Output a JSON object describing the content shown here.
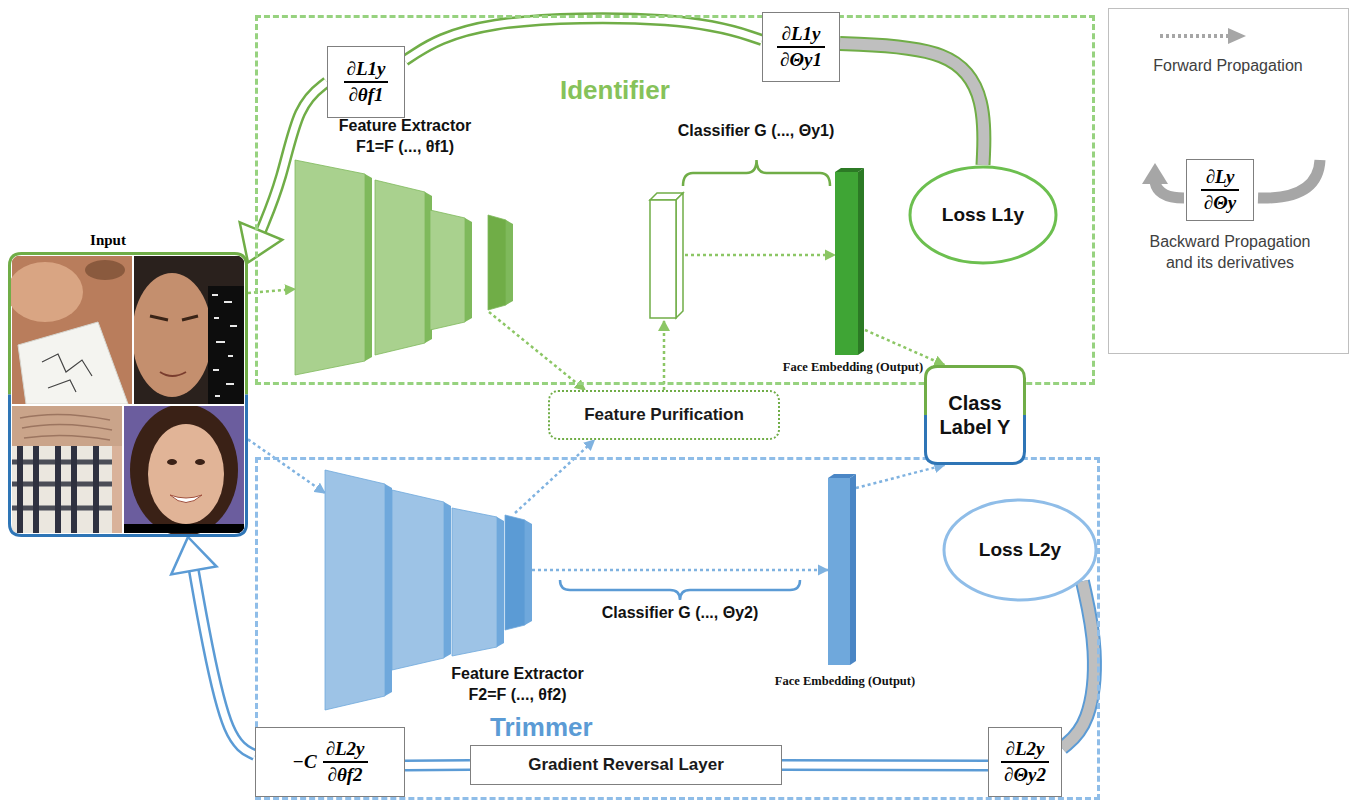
{
  "diagram": {
    "nodes": [
      {
        "text": [
          "Identifier"
        ]
      },
      {
        "text": [
          "∂L1y",
          "∂θf1"
        ],
        "in": 0
      },
      {
        "text": [
          "∂L1y",
          "∂Θy1"
        ],
        "in": 0
      },
      {
        "text": [
          "Feature Extractor F1=F (..., θf1)"
        ],
        "in": 0
      },
      {
        "text": [
          "Face Embedding (Output)"
        ],
        "in": 0
      },
      {
        "text": [
          "Loss L1y"
        ],
        "in": 0
      },
      {
        "text": [
          "Input"
        ]
      },
      {
        "text": [
          "Feature Purification"
        ]
      },
      {
        "text": [
          "Class Label Y"
        ]
      },
      {
        "text": [
          "Trimmer"
        ]
      },
      {
        "text": [
          "Feature Extractor F2=F (..., θf2)"
        ],
        "in": 9
      },
      {
        "text": [
          "Face Embedding (Output)"
        ],
        "in": 9
      },
      {
        "text": [
          "Loss L2y"
        ],
        "in": 9
      },
      {
        "text": [
          "−C",
          "∂L2y",
          "∂θf2"
        ],
        "in": 9
      },
      {
        "text": [
          "Gradient Reversal Layer"
        ],
        "in": 9
      },
      {
        "text": [
          "∂L2y",
          "∂Θy2"
        ],
        "in": 9
      },
      {
        "text": [
          "∂Ly",
          "∂Θy"
        ]
      }
    ],
    "edges": [
      {
        "from": 6,
        "to": 3,
        "arrow": "to"
      },
      {
        "from": 3,
        "to": 7,
        "arrow": "to"
      },
      {
        "from": 7,
        "to": 4,
        "arrow": "to"
      },
      {
        "from": 4,
        "to": 8,
        "arrow": "to"
      },
      {
        "from": 6,
        "to": 10,
        "arrow": "to"
      },
      {
        "from": 10,
        "to": 7,
        "arrow": "to"
      },
      {
        "from": 10,
        "to": 11,
        "arrow": "to"
      },
      {
        "from": 11,
        "to": 8,
        "arrow": "to"
      },
      {
        "from": 5,
        "to": 2,
        "arrow": "none"
      },
      {
        "from": 2,
        "to": 1,
        "arrow": "none"
      },
      {
        "from": 1,
        "to": 6,
        "arrow": "to"
      },
      {
        "from": 12,
        "to": 15,
        "arrow": "none"
      },
      {
        "from": 15,
        "to": 14,
        "arrow": "none"
      },
      {
        "from": 14,
        "to": 13,
        "arrow": "none"
      },
      {
        "from": 13,
        "to": 6,
        "arrow": "to"
      }
    ],
    "labels": [
      "Classifier G (..., Θy1)",
      "Classifier G (..., Θy2)"
    ],
    "legend": [
      {
        "text": "Forward Propagation"
      },
      {
        "text": "Backward Propagation and its derivatives"
      }
    ]
  }
}
